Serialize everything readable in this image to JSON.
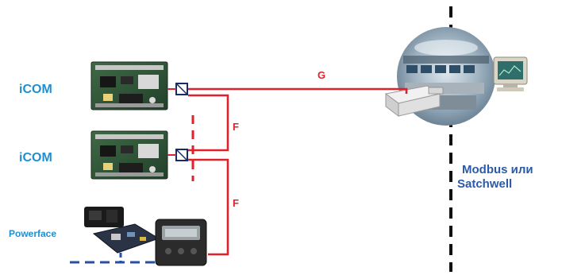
{
  "labels": {
    "icom_top": "iCOM",
    "icom_bottom": "iCOM",
    "powerface": "Powerface",
    "link_g": "G",
    "link_f_upper": "F",
    "link_f_lower": "F",
    "protocol_line1": "Modbus или",
    "protocol_line2": "Satchwell"
  },
  "colors": {
    "wire": "#e0202a",
    "dashed_bus": "#2a4fa0",
    "boundary": "#111111",
    "label_blue": "#1f8fd0",
    "protocol_text": "#2a5aa8"
  },
  "icons": {
    "controller_board": "circuit-board-icon",
    "connector": "rj-connector-icon",
    "control_room": "control-room-photo",
    "converter": "interface-converter-icon",
    "display_unit": "display-controller-icon",
    "powerface": "powerface-panel-icon"
  }
}
